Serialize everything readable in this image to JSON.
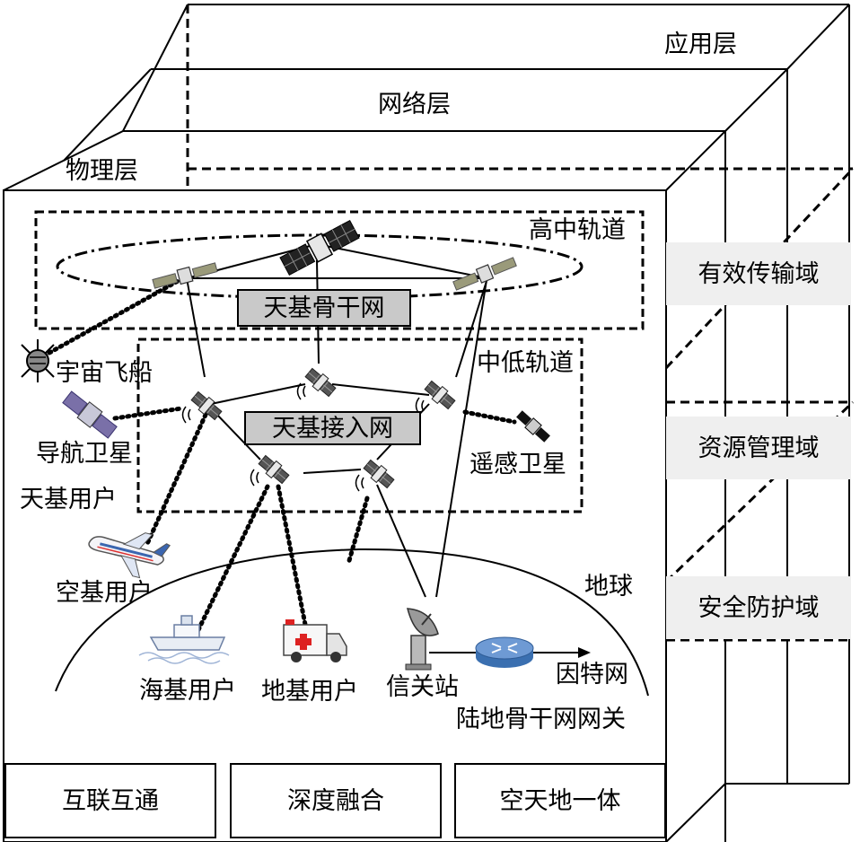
{
  "layers": {
    "application": "应用层",
    "network": "网络层",
    "physical": "物理层"
  },
  "orbits": {
    "high": "高中轨道",
    "mid_low": "中低轨道"
  },
  "networks": {
    "backbone": "天基骨干网",
    "access": "天基接入网"
  },
  "nodes": {
    "spaceship": "宇宙飞船",
    "nav_sat": "导航卫星",
    "space_users": "天基用户",
    "remote_sat": "遥感卫星",
    "air_users": "空基用户",
    "earth": "地球",
    "sea_users": "海基用户",
    "ground_users": "地基用户",
    "gateway": "信关站",
    "internet": "因特网",
    "land_gateway": "陆地骨干网网关"
  },
  "domains": [
    "有效传输域",
    "资源管理域",
    "安全防护域"
  ],
  "features": [
    "互联互通",
    "深度融合",
    "空天地一体"
  ]
}
